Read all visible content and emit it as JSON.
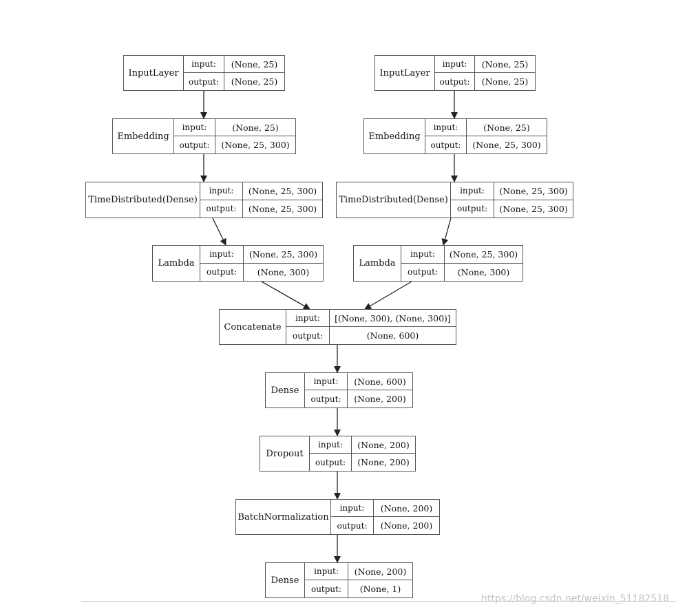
{
  "labels": {
    "input": "input:",
    "output": "output:"
  },
  "nodes": [
    {
      "id": "left-inputlayer",
      "name": "InputLayer",
      "input": "(None, 25)",
      "output": "(None, 25)"
    },
    {
      "id": "left-embedding",
      "name": "Embedding",
      "input": "(None, 25)",
      "output": "(None, 25, 300)"
    },
    {
      "id": "left-timedistributed",
      "name": "TimeDistributed(Dense)",
      "input": "(None, 25, 300)",
      "output": "(None, 25, 300)"
    },
    {
      "id": "left-lambda",
      "name": "Lambda",
      "input": "(None, 25, 300)",
      "output": "(None, 300)"
    },
    {
      "id": "right-inputlayer",
      "name": "InputLayer",
      "input": "(None, 25)",
      "output": "(None, 25)"
    },
    {
      "id": "right-embedding",
      "name": "Embedding",
      "input": "(None, 25)",
      "output": "(None, 25, 300)"
    },
    {
      "id": "right-timedistributed",
      "name": "TimeDistributed(Dense)",
      "input": "(None, 25, 300)",
      "output": "(None, 25, 300)"
    },
    {
      "id": "right-lambda",
      "name": "Lambda",
      "input": "(None, 25, 300)",
      "output": "(None, 300)"
    },
    {
      "id": "concatenate",
      "name": "Concatenate",
      "input": "[(None, 300), (None, 300)]",
      "output": "(None, 600)"
    },
    {
      "id": "dense-1",
      "name": "Dense",
      "input": "(None, 600)",
      "output": "(None, 200)"
    },
    {
      "id": "dropout",
      "name": "Dropout",
      "input": "(None, 200)",
      "output": "(None, 200)"
    },
    {
      "id": "batchnormalization",
      "name": "BatchNormalization",
      "input": "(None, 200)",
      "output": "(None, 200)"
    },
    {
      "id": "dense-2",
      "name": "Dense",
      "input": "(None, 200)",
      "output": "(None, 1)"
    }
  ],
  "edges": [
    [
      "left-inputlayer",
      "left-embedding"
    ],
    [
      "left-embedding",
      "left-timedistributed"
    ],
    [
      "left-timedistributed",
      "left-lambda"
    ],
    [
      "left-lambda",
      "concatenate"
    ],
    [
      "right-inputlayer",
      "right-embedding"
    ],
    [
      "right-embedding",
      "right-timedistributed"
    ],
    [
      "right-timedistributed",
      "right-lambda"
    ],
    [
      "right-lambda",
      "concatenate"
    ],
    [
      "concatenate",
      "dense-1"
    ],
    [
      "dense-1",
      "dropout"
    ],
    [
      "dropout",
      "batchnormalization"
    ],
    [
      "batchnormalization",
      "dense-2"
    ]
  ],
  "colors": {
    "line": "#222222",
    "border": "#555555"
  },
  "watermark": "https://blog.csdn.net/weixin_51182518"
}
